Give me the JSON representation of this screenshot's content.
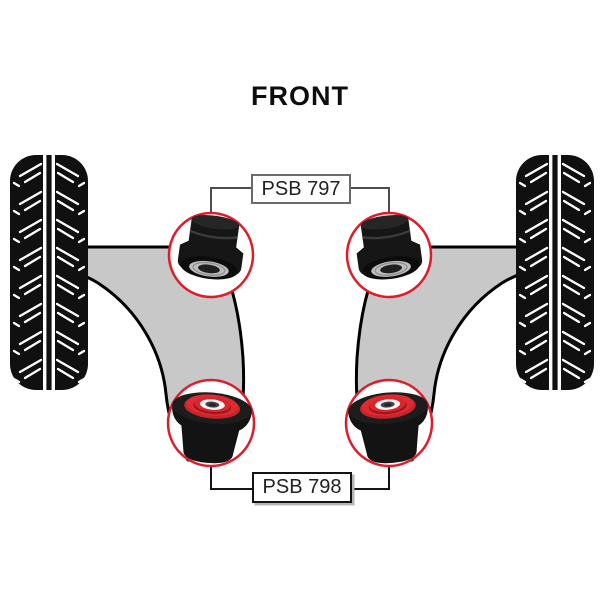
{
  "title": "FRONT",
  "labels": {
    "top": "PSB 797",
    "bottom": "PSB 798"
  },
  "callouts": {
    "top": {
      "label": "PSB 797",
      "positions": [
        "upper-left",
        "upper-right"
      ],
      "part": "control-arm-front-bushing"
    },
    "bottom": {
      "label": "PSB 798",
      "positions": [
        "lower-left",
        "lower-right"
      ],
      "part": "control-arm-rear-bushing"
    }
  },
  "colors": {
    "background": "#FFFFFF",
    "accent_red": "#E01B2A",
    "bushing_red": "#D8262D",
    "arm_gray": "#C8C8C8",
    "tire_black": "#101010",
    "top_box_border": "#6B6B6B",
    "bottom_box_border": "#131313",
    "connector_line": "#4A4A4A"
  }
}
